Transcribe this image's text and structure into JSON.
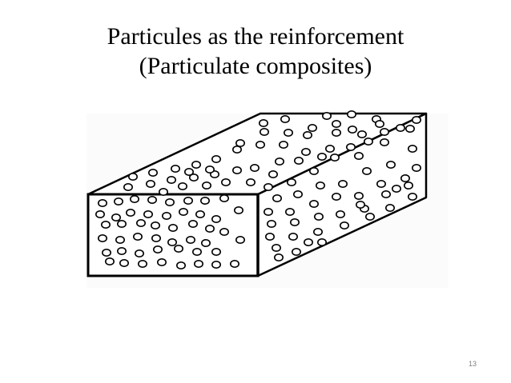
{
  "slide": {
    "title_line1": "Particules as the reinforcement",
    "title_line2": "(Particulate composites)",
    "page_number": "13"
  },
  "diagram": {
    "description_label": "",
    "outline_color": "#000000",
    "particle_color": "#000000",
    "background_color": "#ffffff"
  }
}
